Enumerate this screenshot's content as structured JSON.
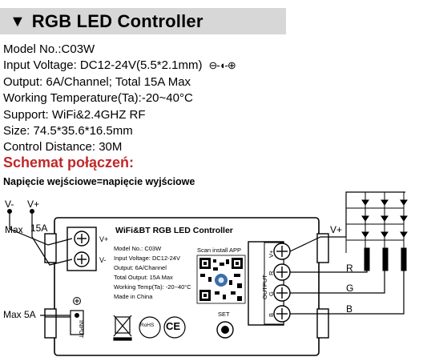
{
  "header": {
    "icon": "triangle-down-icon",
    "title": "RGB LED Controller",
    "background_color": "#d7d7d7"
  },
  "specs": [
    "Model No.:C03W",
    "Input Voltage: DC12-24V(5.5*2.1mm)",
    "Output: 6A/Channel; Total 15A Max",
    "Working Temperature(Ta):-20~40°C",
    "Support: WiFi&2.4GHZ RF",
    "Size: 74.5*35.6*16.5mm",
    "Control Distance: 30M"
  ],
  "dc_polarity_symbol": "⊖-◖-⊕",
  "section": {
    "heading": "Schemat połączeń:",
    "heading_color": "#c0282a",
    "subheading": "Napięcie wejściowe=napięcie wyjściowe"
  },
  "diagram": {
    "input_labels": {
      "v_minus": "V-",
      "v_plus": "V+",
      "max_15a": "Max",
      "amp_15": "15A",
      "max_5a": "Max 5A"
    },
    "device": {
      "title": "WiFi&BT RGB LED Controller",
      "terminal_v_plus": "V+",
      "terminal_v_minus": "V-",
      "info_lines": [
        "Model No.: C03W",
        "Input Voltage: DC12-24V",
        "Output: 6A/Channel",
        "Total Output: 15A Max",
        "Working Temp(Ta): -20~40°C",
        "Made in China"
      ],
      "scan_label": "Scan install APP",
      "set_label": "SET",
      "input_label": "INPUT",
      "output_label": "OUTPUT",
      "output_terminals": [
        "V+",
        "R",
        "G",
        "B"
      ],
      "rohs_label": "RoHS",
      "ce_label": "CE"
    },
    "output_wires": {
      "v_plus": "V+",
      "r": "R",
      "g": "G",
      "b": "B"
    }
  }
}
